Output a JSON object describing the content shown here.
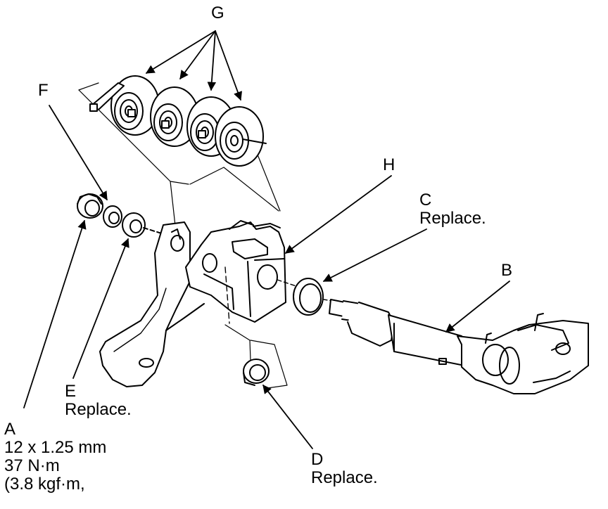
{
  "callouts": {
    "a": {
      "letter": "A",
      "lines": [
        "12 x 1.25 mm",
        "37 N·m",
        "(3.8 kgf·m,"
      ]
    },
    "b": {
      "letter": "B"
    },
    "c": {
      "letter": "C",
      "note": "Replace."
    },
    "d": {
      "letter": "D",
      "note": "Replace."
    },
    "e": {
      "letter": "E",
      "note": "Replace."
    },
    "f": {
      "letter": "F"
    },
    "g": {
      "letter": "G"
    },
    "h": {
      "letter": "H"
    }
  },
  "colors": {
    "ink": "#000000",
    "paper": "#ffffff"
  }
}
